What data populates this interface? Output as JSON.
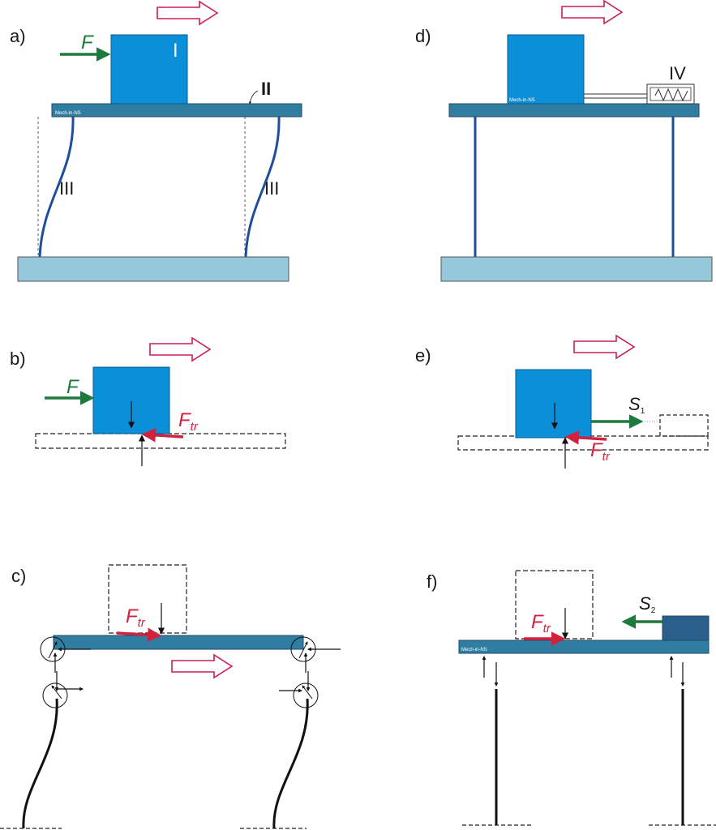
{
  "panels": {
    "a": "a)",
    "b": "b)",
    "c": "c)",
    "d": "d)",
    "e": "e)",
    "f": "f)"
  },
  "parts": {
    "block": "I",
    "plate": "II",
    "column": "III",
    "spring": "IV"
  },
  "forces": {
    "applied": "F",
    "friction_main": "F",
    "friction_sub": "tr",
    "spring_main": "S",
    "spring_sub_e": "1",
    "spring_sub_f": "2"
  },
  "watermark": "Mech-in-NS",
  "colors": {
    "block": "#0a8fd8",
    "plate": "#2f7ea1",
    "ground": "#96c8dc",
    "column": "#1f4f9c",
    "force_green": "#1e7a3c",
    "force_red": "#d2213d",
    "motion_arrow": "#c81e5a",
    "dark_block": "#2a5f8c"
  }
}
